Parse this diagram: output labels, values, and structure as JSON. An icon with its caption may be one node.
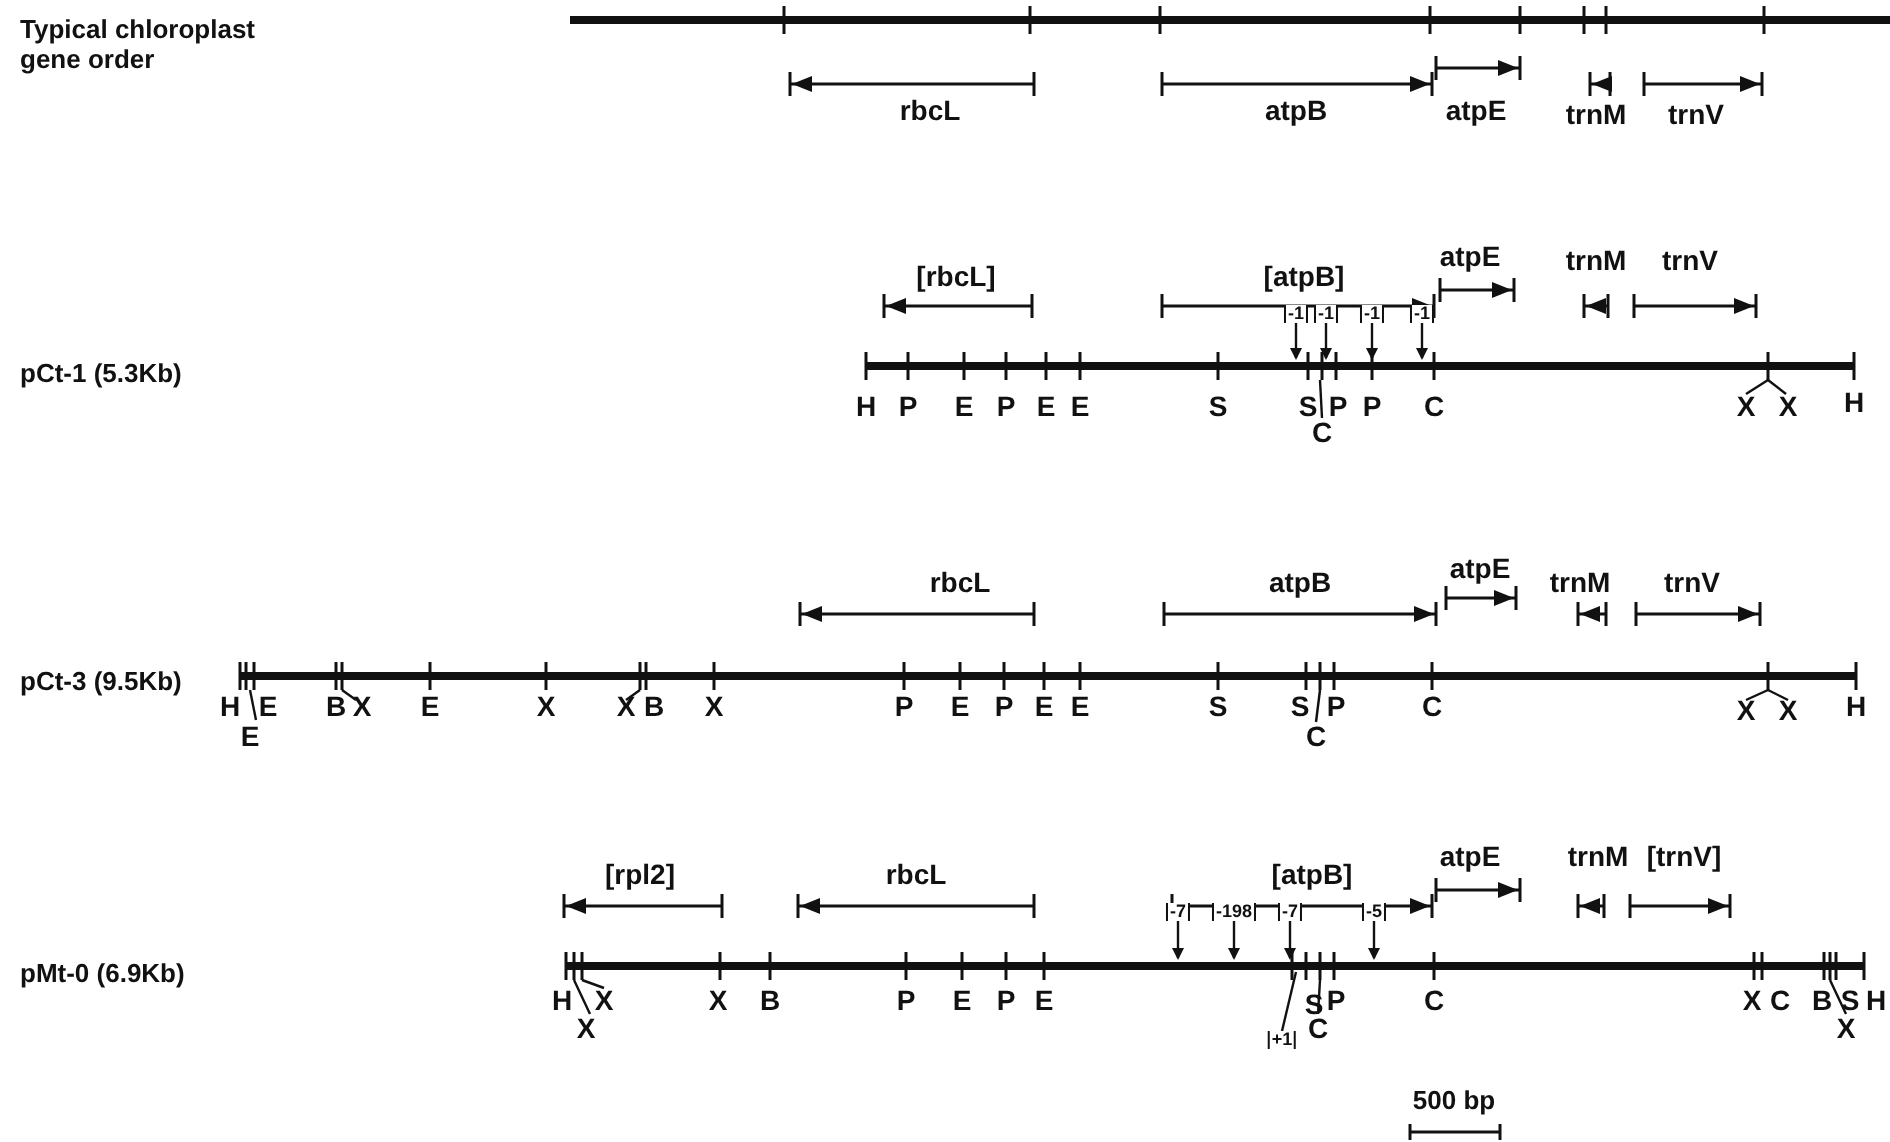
{
  "diagram": {
    "nodes": [
      {
        "text": [
          "-1"
        ]
      },
      {
        "text": [
          "-1"
        ]
      },
      {
        "text": [
          "-1"
        ]
      },
      {
        "text": [
          "-1"
        ]
      },
      {
        "text": [
          "-7"
        ]
      },
      {
        "text": [
          "-198"
        ]
      },
      {
        "text": [
          "-7"
        ]
      },
      {
        "text": [
          "-5"
        ]
      },
      {
        "text": [
          "+1"
        ]
      }
    ],
    "edges": [
      {
        "from": 0,
        "to": null,
        "arrow": "to"
      },
      {
        "from": 1,
        "to": null,
        "arrow": "to"
      },
      {
        "from": 2,
        "to": null,
        "arrow": "to"
      },
      {
        "from": 3,
        "to": null,
        "arrow": "to"
      },
      {
        "from": 4,
        "to": null,
        "arrow": "to"
      },
      {
        "from": 5,
        "to": null,
        "arrow": "to"
      },
      {
        "from": 6,
        "to": null,
        "arrow": "to"
      },
      {
        "from": 7,
        "to": null,
        "arrow": "to"
      },
      {
        "from": 8,
        "to": null,
        "arrow": "none"
      }
    ],
    "labels": [
      "Typical chloroplast gene order",
      "rbcL",
      "atpB",
      "atpE",
      "trnM",
      "trnV",
      "[rbcL]",
      "[atpB]",
      "atpE",
      "trnM",
      "trnV",
      "pCt-1 (5.3Kb)",
      "H",
      "P",
      "E",
      "P",
      "E",
      "E",
      "S",
      "S",
      "P",
      "P",
      "C",
      "X",
      "X",
      "H",
      "C",
      "rbcL",
      "atpB",
      "atpE",
      "trnM",
      "trnV",
      "pCt-3 (9.5Kb)",
      "H",
      "E",
      "B",
      "X",
      "E",
      "X",
      "X",
      "B",
      "X",
      "P",
      "E",
      "P",
      "E",
      "E",
      "S",
      "S",
      "P",
      "C",
      "X",
      "X",
      "H",
      "E",
      "C",
      "[rpl2]",
      "rbcL",
      "[atpB]",
      "atpE",
      "trnM",
      "[trnV]",
      "pMt-0 (6.9Kb)",
      "H",
      "X",
      "X",
      "B",
      "P",
      "E",
      "P",
      "E",
      "S",
      "P",
      "C",
      "X",
      "C",
      "B",
      "S",
      "H",
      "X",
      "C",
      "X",
      "500 bp"
    ]
  }
}
